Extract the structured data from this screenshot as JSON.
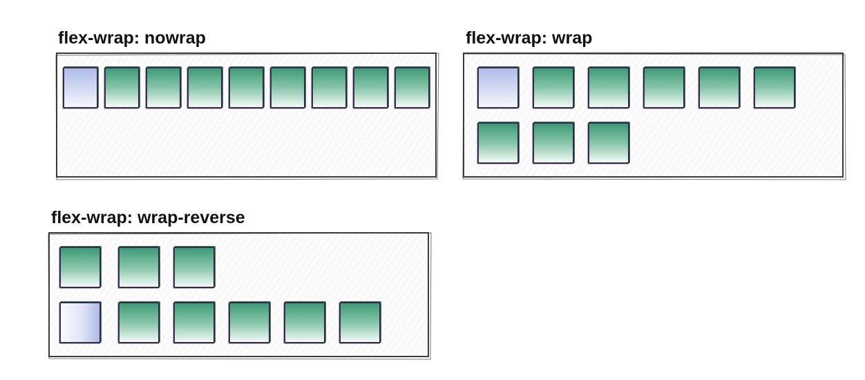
{
  "panels": {
    "nowrap": {
      "title": "flex-wrap: nowrap",
      "item_count": 9
    },
    "wrap": {
      "title": "flex-wrap: wrap",
      "item_count": 9
    },
    "wrap_reverse": {
      "title": "flex-wrap: wrap-reverse",
      "item_count": 9
    }
  },
  "colors": {
    "item_green": "#3e9a74",
    "item_first_blue": "#b0bce8",
    "item_border": "#3a2b4e",
    "container_border": "#3a3a3a",
    "title_text": "#111111"
  }
}
